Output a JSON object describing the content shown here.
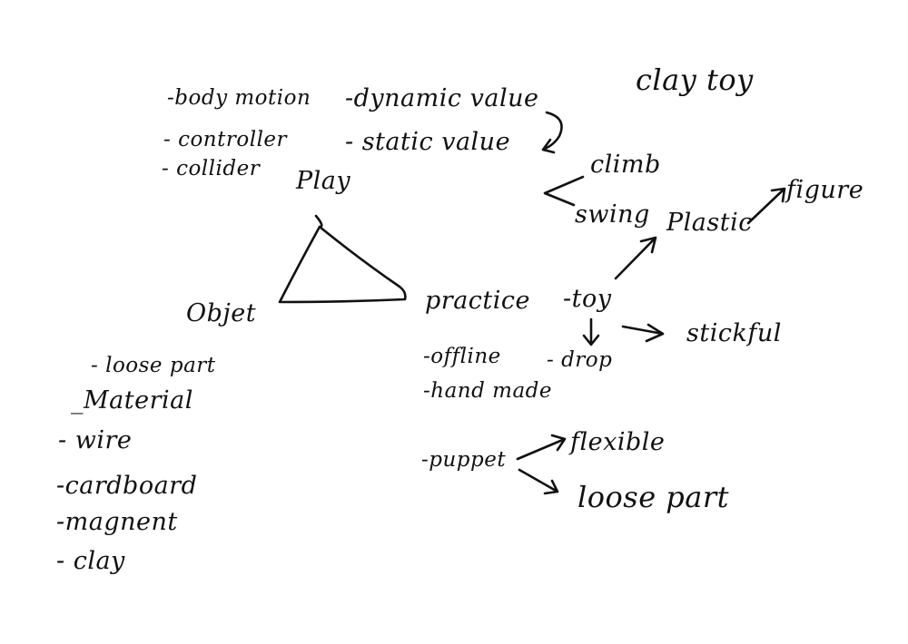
{
  "notes": {
    "clay_toy": "clay toy",
    "play": {
      "title": "Play",
      "items": [
        "-body motion",
        "- controller",
        "- collider"
      ]
    },
    "values": [
      "-dynamic value",
      "- static value"
    ],
    "actions": [
      "climb",
      "swing"
    ],
    "plastic": "Plastic",
    "figure": "figure",
    "objet": {
      "title": "Objet",
      "items": [
        "- loose part",
        "_Material",
        "- wire",
        "-cardboard",
        "-magnent",
        "- clay"
      ]
    },
    "practice": {
      "title": "practice",
      "items": [
        "-offline",
        "-hand made"
      ]
    },
    "toy": "-toy",
    "drop": "- drop",
    "stickful": "stickful",
    "puppet": "-puppet",
    "flexible": "flexible",
    "loose_part": "loose part"
  },
  "colors": {
    "ink": "#111111",
    "paper": "#ffffff"
  }
}
